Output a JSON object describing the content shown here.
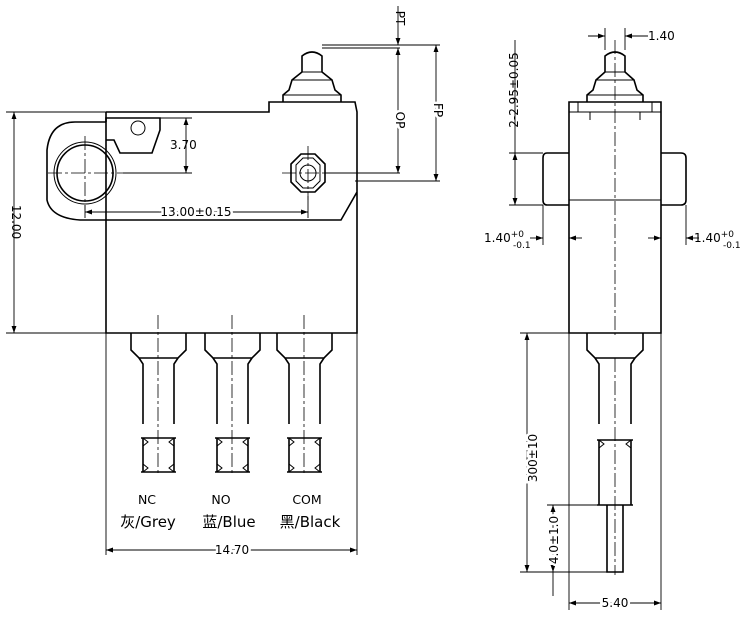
{
  "side_view": {
    "dims": {
      "height": "12.00",
      "hole_offset": "3.70",
      "hole_spacing": "13.00±0.15",
      "width": "14.70",
      "pt": "PT",
      "op": "OP",
      "fp": "FP"
    },
    "wires": [
      {
        "code": "NC",
        "color": "灰/Grey"
      },
      {
        "code": "NO",
        "color": "蓝/Blue"
      },
      {
        "code": "COM",
        "color": "黑/Black"
      }
    ]
  },
  "end_view": {
    "dims": {
      "plunger": "1.40",
      "holes": "2-2.95±0.05",
      "boss_left_main": "1.40",
      "boss_left_tol_upper": "+0",
      "boss_left_tol_lower": "-0.1",
      "boss_right_main": "1.40",
      "boss_right_tol_upper": "+0",
      "boss_right_tol_lower": "-0.1",
      "lead_length": "300±10",
      "strip": "4.0±1.0",
      "thickness": "5.40"
    }
  }
}
